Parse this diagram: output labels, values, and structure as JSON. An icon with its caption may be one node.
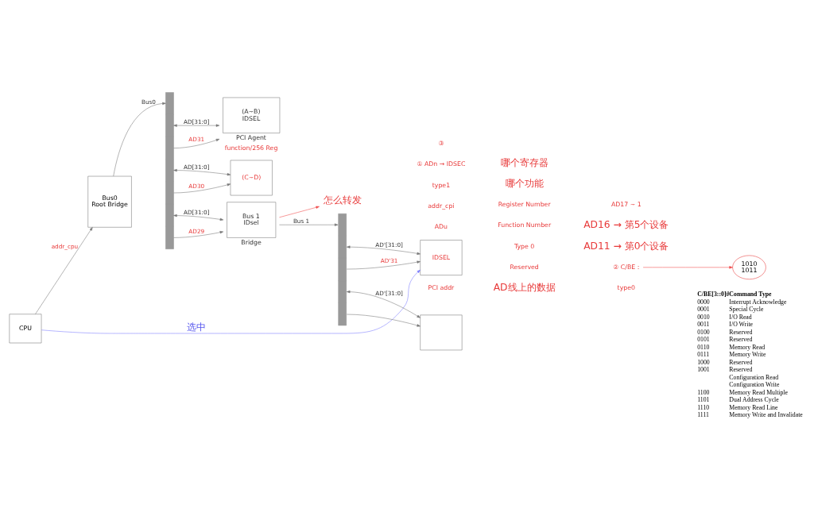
{
  "diagram": {
    "nodes": [
      {
        "text": [
          "CPU"
        ]
      },
      {
        "text": [
          "Bus0",
          "Root Bridge"
        ]
      },
      {
        "text": [],
        "shape": "bar"
      },
      {
        "text": [
          "(A~B)",
          "IDSEL"
        ],
        "beside": [
          "PCI Agent",
          "function/256 Reg"
        ]
      },
      {
        "text": [
          "(C~D)"
        ]
      },
      {
        "text": [
          "Bus 1",
          "IDsel"
        ],
        "beside": [
          "Bridge"
        ]
      },
      {
        "text": [],
        "shape": "bar"
      },
      {
        "text": [
          "IDSEL"
        ]
      },
      {
        "text": [],
        "shape": "box"
      },
      {
        "text": [
          "怎么转发"
        ]
      },
      {
        "text": [
          "② C/BE :"
        ]
      },
      {
        "text": [
          "1010",
          "1011"
        ]
      }
    ],
    "edges": [
      {
        "from": 0,
        "to": 1,
        "arrow": "to",
        "label": "addr_cpu"
      },
      {
        "from": 1,
        "to": 2,
        "arrow": "to",
        "label": "Bus0"
      },
      {
        "from": 2,
        "to": 3,
        "arrow": "both",
        "label": "AD[31:0]"
      },
      {
        "from": 2,
        "to": 3,
        "arrow": "to",
        "label": "AD31"
      },
      {
        "from": 2,
        "to": 4,
        "arrow": "both",
        "label": "AD[31:0]"
      },
      {
        "from": 2,
        "to": 4,
        "arrow": "to",
        "label": "AD30"
      },
      {
        "from": 2,
        "to": 5,
        "arrow": "both",
        "label": "AD[31:0]"
      },
      {
        "from": 2,
        "to": 5,
        "arrow": "to",
        "label": "AD29"
      },
      {
        "from": 5,
        "to": 6,
        "arrow": "to",
        "label": "Bus 1"
      },
      {
        "from": 6,
        "to": 7,
        "arrow": "both",
        "label": "AD'[31:0]"
      },
      {
        "from": 6,
        "to": 7,
        "arrow": "to",
        "label": "AD'31"
      },
      {
        "from": 6,
        "to": 8,
        "arrow": "both",
        "label": "AD'[31:0]"
      },
      {
        "from": 6,
        "to": 8,
        "arrow": "to"
      },
      {
        "from": 0,
        "to": 7,
        "arrow": "to",
        "label": "选中",
        "color": "#7b7bff"
      },
      {
        "from": 5,
        "to": 9,
        "arrow": "to",
        "color": "#f04848"
      },
      {
        "from": 10,
        "to": 11,
        "arrow": "to",
        "color": "#f04848"
      }
    ],
    "labels": [
      "PCI addr",
      "ADu",
      "addr_cpi",
      "type1",
      "① ADn → IDSEC",
      "③",
      "AD线上的数据",
      "Reserved",
      "Type 0",
      "Function Number",
      "Register Number",
      "哪个功能",
      "哪个寄存器",
      "type0",
      "AD11 → 第0个设备",
      "AD16 → 第5个设备",
      "AD17 ~ 1",
      "C/BE[3::0]#",
      "Command Type",
      "0000",
      "Interrupt Acknowledge",
      "0001",
      "Special Cycle",
      "0010",
      "I/O Read",
      "0011",
      "I/O Write",
      "0100",
      "Reserved",
      "0101",
      "Reserved",
      "0110",
      "Memory Read",
      "0111",
      "Memory Write",
      "1000",
      "Reserved",
      "1001",
      "Reserved",
      "Configuration Read",
      "Configuration Write",
      "1100",
      "Memory Read Multiple",
      "1101",
      "Dual Address Cycle",
      "1110",
      "Memory Read Line",
      "1111",
      "Memory Write and Invalidate"
    ]
  }
}
